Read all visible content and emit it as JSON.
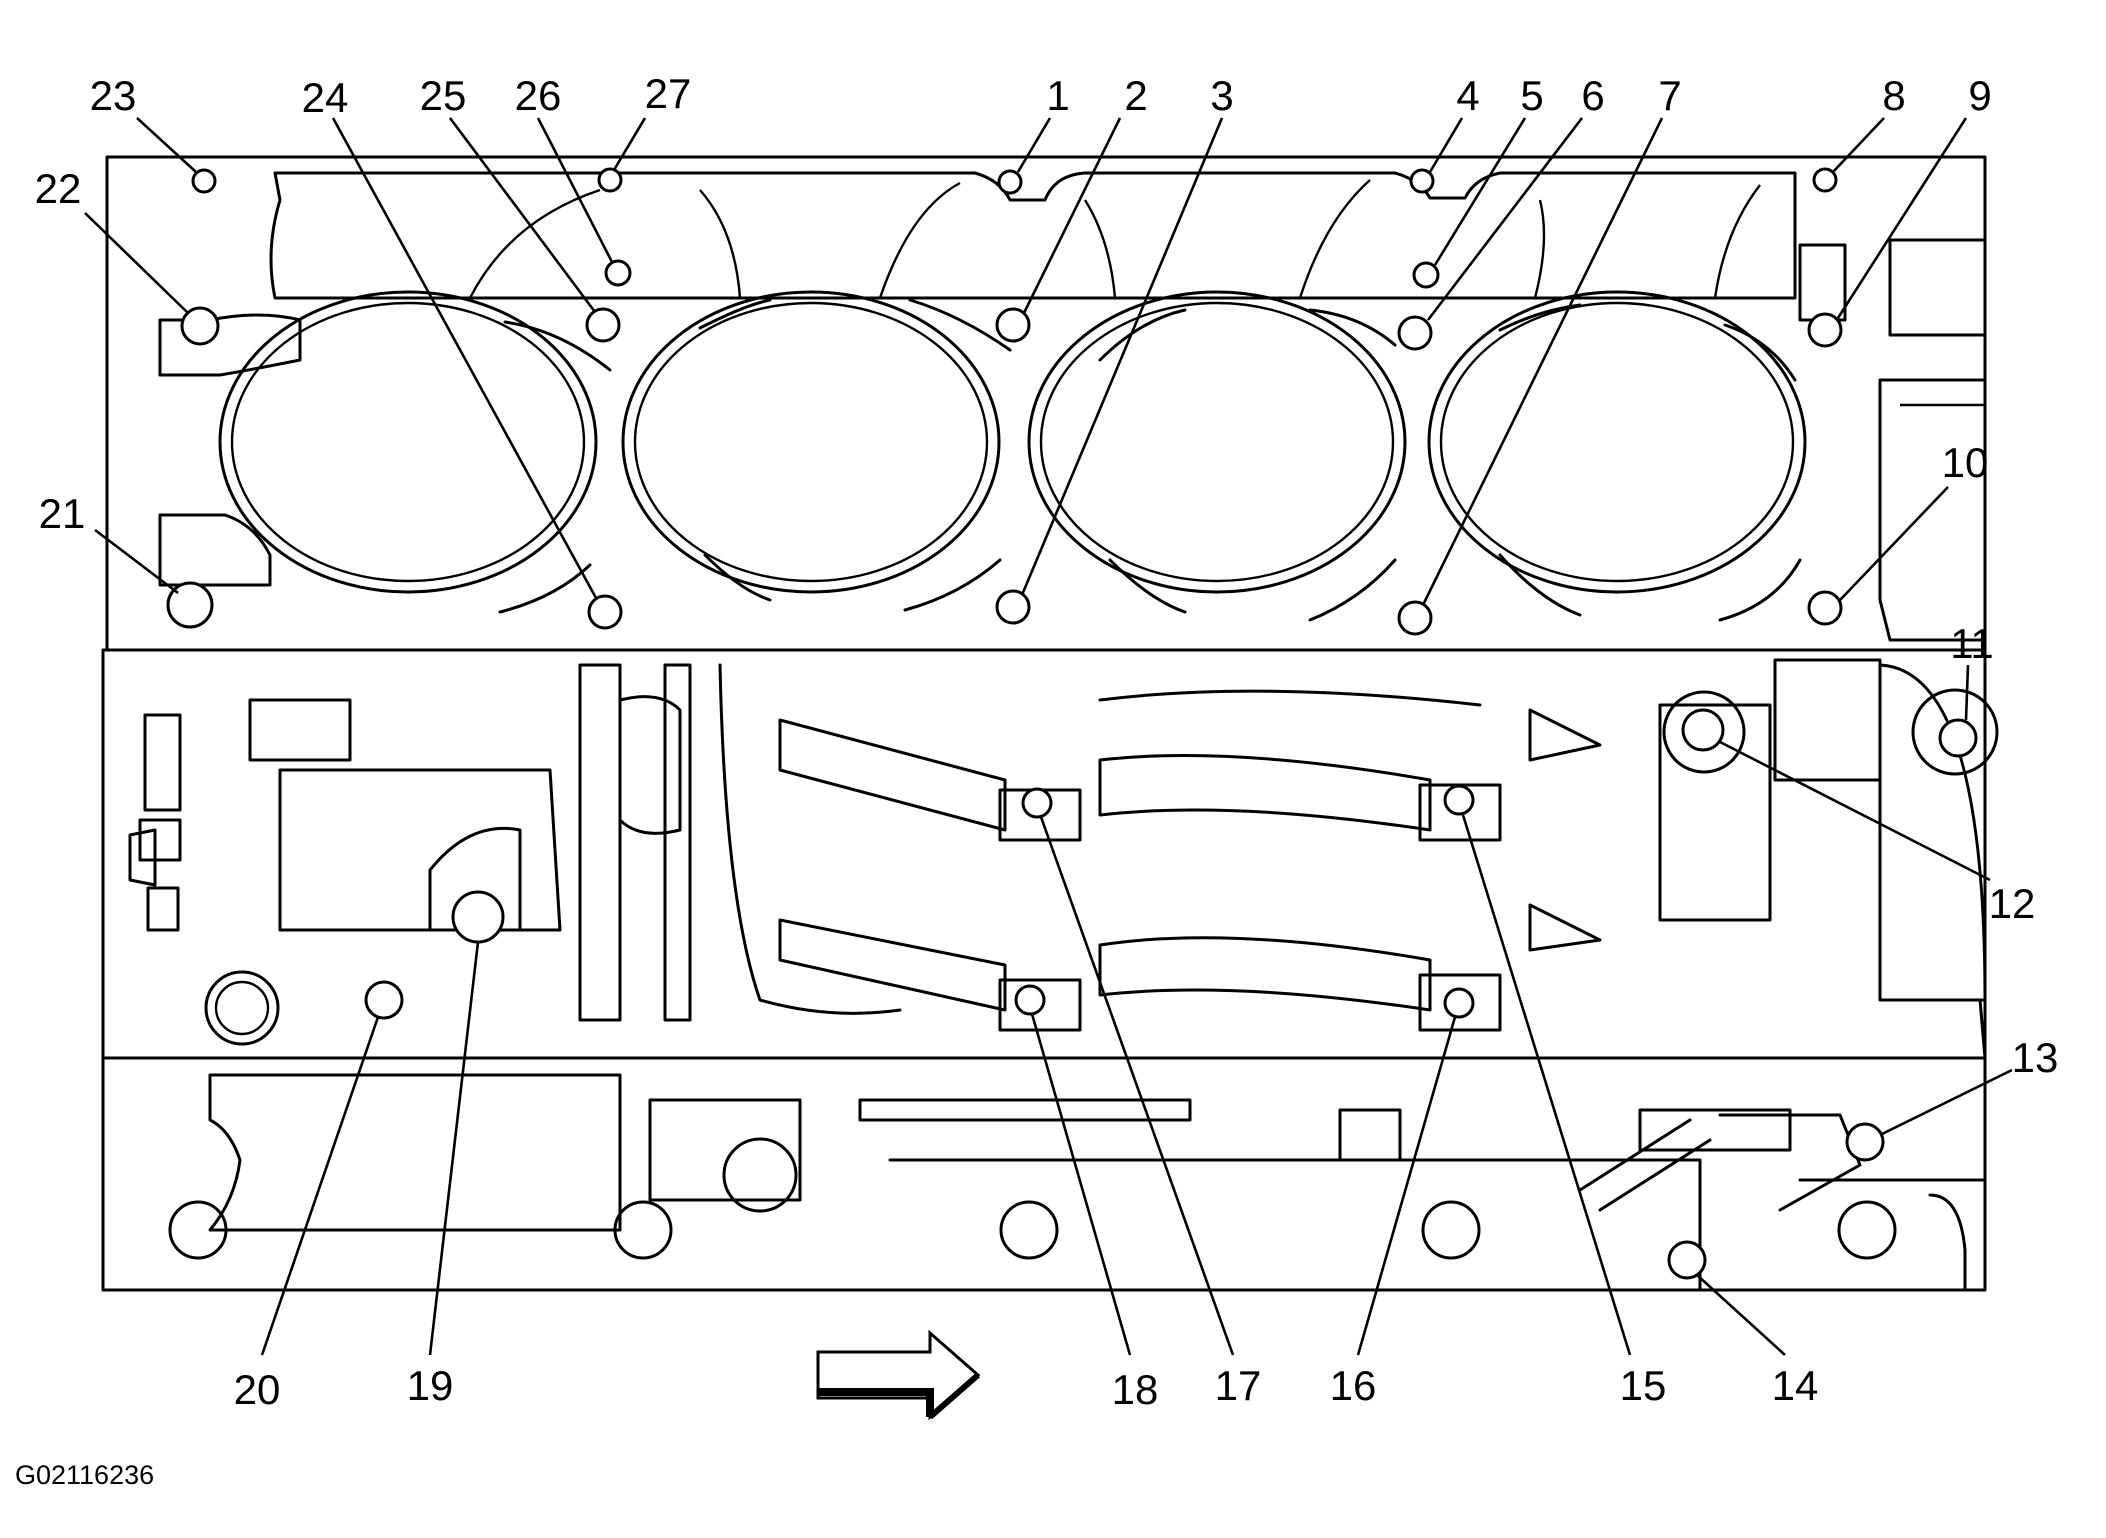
{
  "figure_id": "G02116236",
  "callouts": [
    {
      "id": 1,
      "label": "1"
    },
    {
      "id": 2,
      "label": "2"
    },
    {
      "id": 3,
      "label": "3"
    },
    {
      "id": 4,
      "label": "4"
    },
    {
      "id": 5,
      "label": "5"
    },
    {
      "id": 6,
      "label": "6"
    },
    {
      "id": 7,
      "label": "7"
    },
    {
      "id": 8,
      "label": "8"
    },
    {
      "id": 9,
      "label": "9"
    },
    {
      "id": 10,
      "label": "10"
    },
    {
      "id": 11,
      "label": "11"
    },
    {
      "id": 12,
      "label": "12"
    },
    {
      "id": 13,
      "label": "13"
    },
    {
      "id": 14,
      "label": "14"
    },
    {
      "id": 15,
      "label": "15"
    },
    {
      "id": 16,
      "label": "16"
    },
    {
      "id": 17,
      "label": "17"
    },
    {
      "id": 18,
      "label": "18"
    },
    {
      "id": 19,
      "label": "19"
    },
    {
      "id": 20,
      "label": "20"
    },
    {
      "id": 21,
      "label": "21"
    },
    {
      "id": 22,
      "label": "22"
    },
    {
      "id": 23,
      "label": "23"
    },
    {
      "id": 24,
      "label": "24"
    },
    {
      "id": 25,
      "label": "25"
    },
    {
      "id": 26,
      "label": "26"
    },
    {
      "id": 27,
      "label": "27"
    }
  ],
  "arrow_direction": "right",
  "colors": {
    "line": "#000000",
    "background": "#ffffff"
  }
}
